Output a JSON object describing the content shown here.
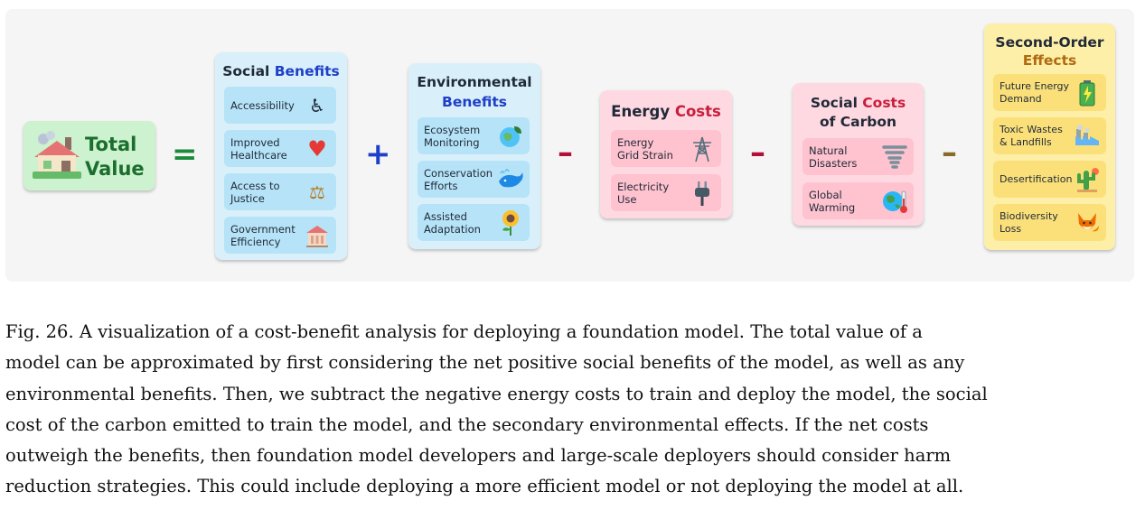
{
  "total": {
    "line1": "Total",
    "line2": "Value",
    "icon": "house-with-smoke-icon"
  },
  "operators": {
    "equals": "=",
    "plus": "+",
    "minus": "–"
  },
  "social": {
    "title_plain": "Social ",
    "title_accent": "Benefits",
    "accent_color": "#1e3fc7",
    "items": [
      {
        "label": "Accessibility",
        "icon": "wheelchair-icon"
      },
      {
        "label": "Improved\nHealthcare",
        "icon": "heart-pulse-icon"
      },
      {
        "label": "Access to\nJustice",
        "icon": "scales-icon"
      },
      {
        "label": "Government\nEfficiency",
        "icon": "government-building-icon"
      }
    ]
  },
  "environmental": {
    "title_plain": "Environmental",
    "title_accent": "Benefits",
    "accent_color": "#1e3fc7",
    "items": [
      {
        "label": "Ecosystem\nMonitoring",
        "icon": "globe-leaf-icon"
      },
      {
        "label": "Conservation\nEfforts",
        "icon": "whale-icon"
      },
      {
        "label": "Assisted\nAdaptation",
        "icon": "sunflower-icon"
      }
    ]
  },
  "energy": {
    "title_plain": "Energy ",
    "title_accent": "Costs",
    "accent_color": "#c81e3c",
    "items": [
      {
        "label": "Energy\nGrid Strain",
        "icon": "power-tower-icon"
      },
      {
        "label": "Electricity\nUse",
        "icon": "plug-icon"
      }
    ]
  },
  "carbon": {
    "title_plain": "Social ",
    "title_accent": "Costs",
    "title_line2": "of Carbon",
    "accent_color": "#c81e3c",
    "items": [
      {
        "label": "Natural\nDisasters",
        "icon": "tornado-icon"
      },
      {
        "label": "Global\nWarming",
        "icon": "hot-earth-icon"
      }
    ]
  },
  "second_order": {
    "title_line1": "Second-Order",
    "title_accent": "Effects",
    "accent_color": "#b06a10",
    "items": [
      {
        "label": "Future Energy\nDemand",
        "icon": "battery-charging-icon"
      },
      {
        "label": "Toxic Wastes\n& Landfills",
        "icon": "factory-icon"
      },
      {
        "label": "Desertification",
        "icon": "cactus-icon"
      },
      {
        "label": "Biodiversity\nLoss",
        "icon": "fox-icon"
      }
    ]
  },
  "caption": {
    "lines": [
      "Fig. 26.   A visualization of a cost-benefit analysis for deploying a foundation model. The total value of a",
      "model can be approximated by first considering the net positive social benefits of the model, as well as any",
      "environmental benefits. Then, we subtract the negative energy costs to train and deploy the model, the social",
      "cost of the carbon emitted to train the model, and the secondary environmental effects. If the net costs",
      "outweigh the benefits, then foundation model developers and large-scale deployers should consider harm",
      "reduction strategies. This could include deploying a more efficient model or not deploying the model at all."
    ]
  }
}
